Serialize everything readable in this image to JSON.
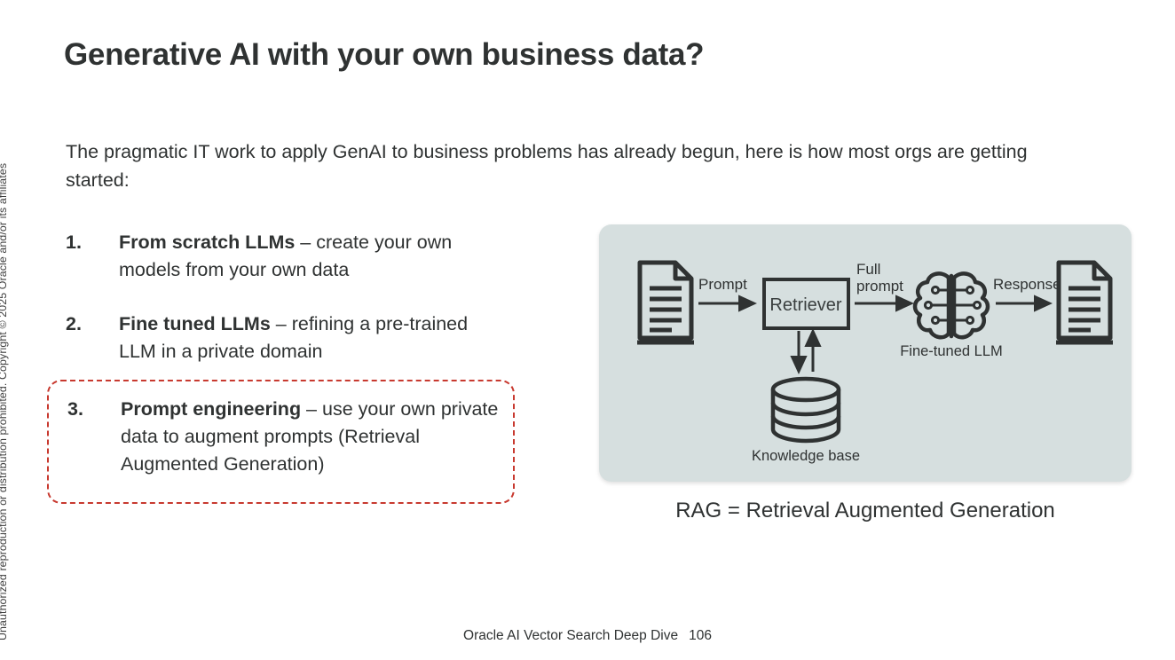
{
  "sidebar": {
    "copyright": "Unauthorized reproduction or distribution prohibited. Copyright © 2025 Oracle and/or its affiliates"
  },
  "slide": {
    "title": "Generative AI with your own business data?",
    "intro": "The pragmatic IT work to apply GenAI to business problems has already begun, here is how most orgs are getting started:",
    "items": [
      {
        "number": "1.",
        "term": "From scratch LLMs",
        "rest": " – create your own models from your own data",
        "highlighted": false
      },
      {
        "number": "2.",
        "term": "Fine tuned LLMs",
        "rest": " – refining a pre-trained LLM in a private domain",
        "highlighted": false
      },
      {
        "number": "3.",
        "term": "Prompt engineering",
        "rest": " – use your own private data to augment prompts (Retrieval Augmented Generation)",
        "highlighted": true
      }
    ]
  },
  "diagram": {
    "caption": "RAG = Retrieval Augmented Generation",
    "panel_color": "#d6dfdf",
    "stroke_color": "#2f3232",
    "nodes": {
      "input_document": "document-icon",
      "retriever": "Retriever",
      "llm": "brain-icon",
      "llm_label": "Fine-tuned LLM",
      "knowledge_base": "database-icon",
      "knowledge_base_label": "Knowledge base",
      "output_document": "document-icon"
    },
    "edges": {
      "prompt": "Prompt",
      "full_prompt_line1": "Full",
      "full_prompt_line2": "prompt",
      "response": "Response"
    }
  },
  "footer": {
    "deck_title": "Oracle AI Vector Search Deep Dive",
    "page_number": "106"
  },
  "colors": {
    "text": "#2f3232",
    "highlight_border": "#c8392f",
    "panel": "#d6dfdf"
  }
}
